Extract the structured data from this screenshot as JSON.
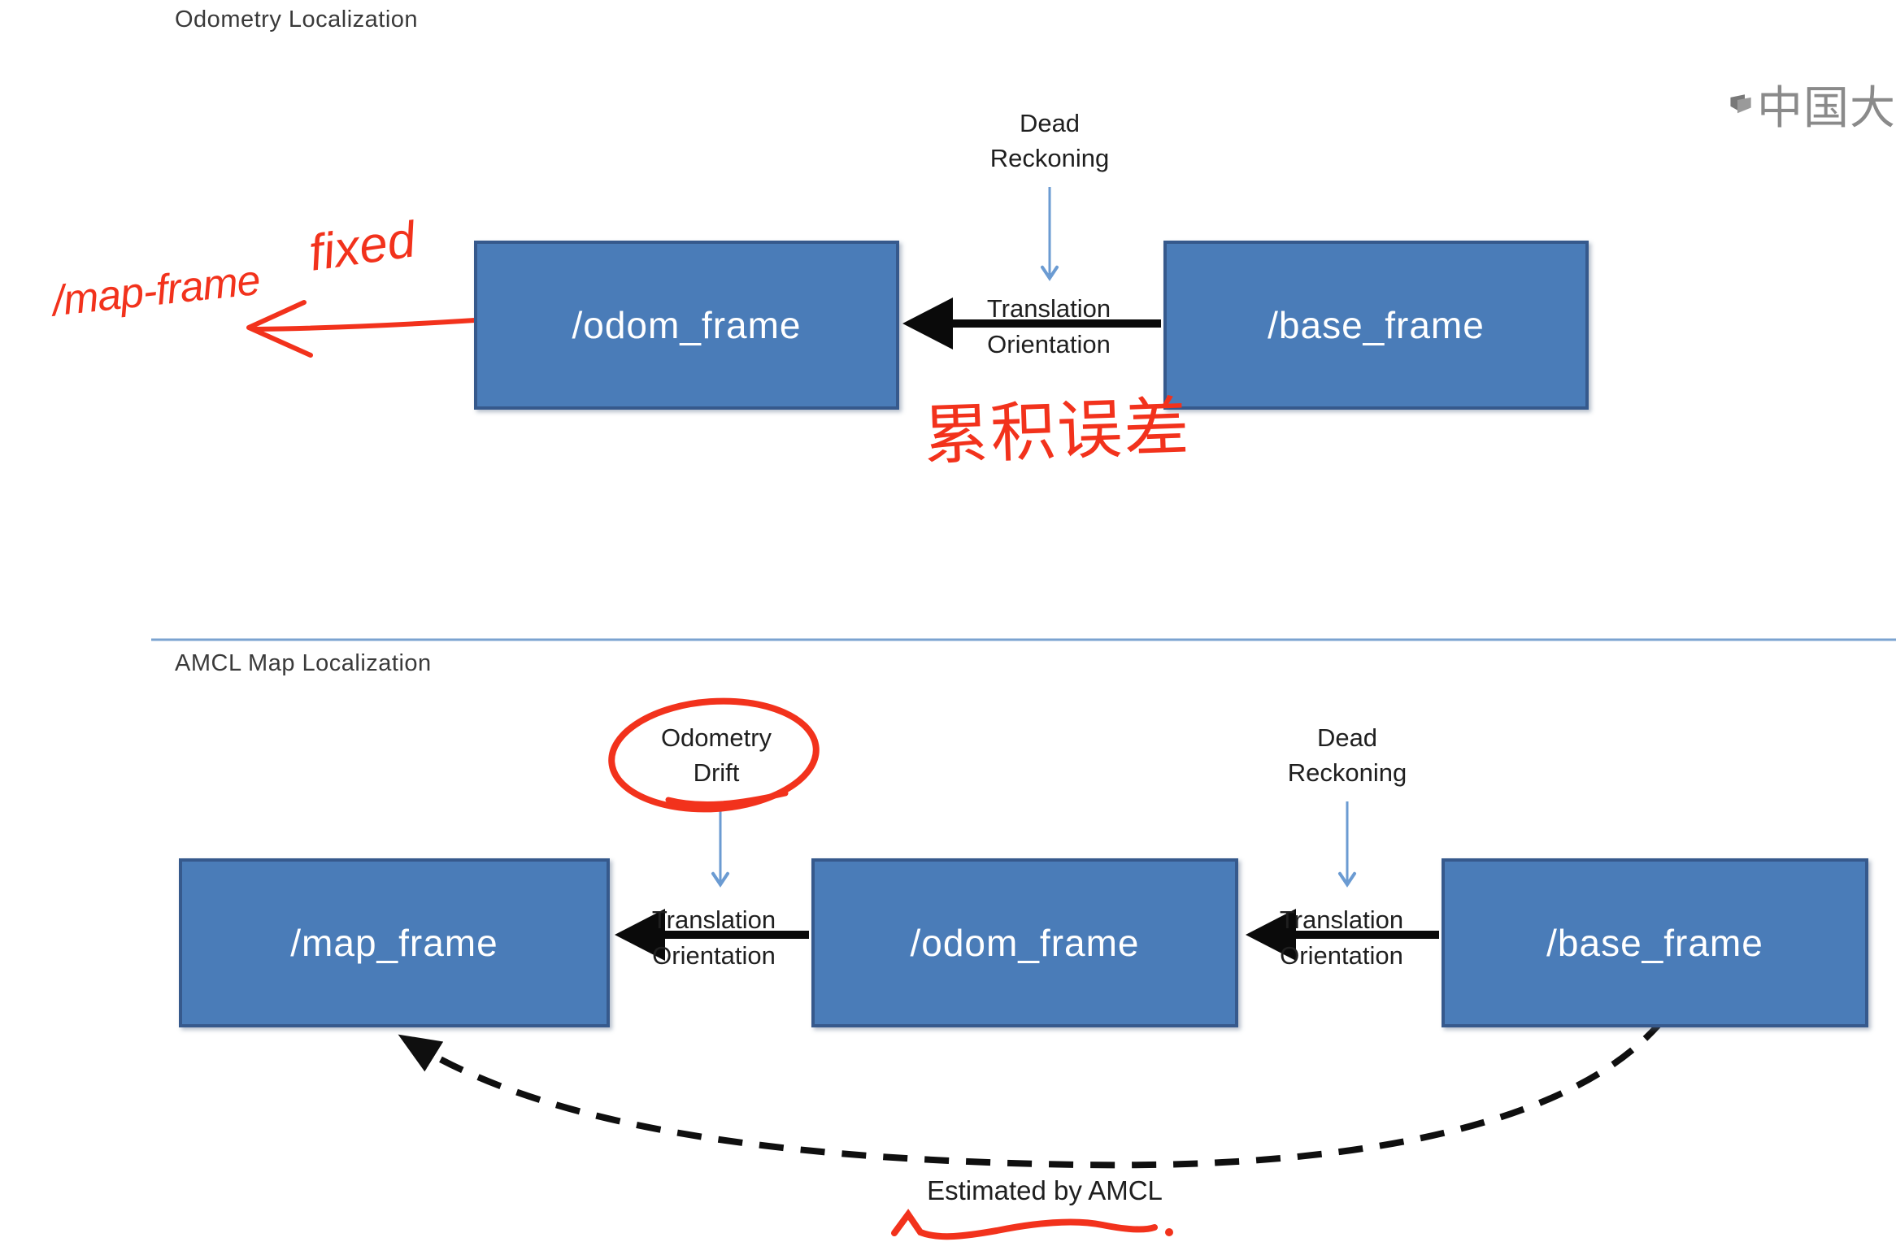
{
  "colors": {
    "box_fill": "#4a7cb8",
    "box_border": "#36598c",
    "box_text": "#ffffff",
    "thick_arrow_black": "#0a0a0a",
    "thin_arrow_blue": "#6b9bd2",
    "divider_blue": "#7ba3d0",
    "annotation_red": "#f2321c",
    "watermark_gray": "#8a8a8a",
    "text_dark": "#1f1f1f"
  },
  "watermark": {
    "icon": "open-book-logo-icon",
    "text": "中国大"
  },
  "labels": {
    "translation": "Translation",
    "orientation": "Orientation",
    "dead_line1": "Dead",
    "dead_line2": "Reckoning"
  },
  "top_section": {
    "title": "Odometry Localization",
    "boxes": [
      {
        "label": "/odom_frame"
      },
      {
        "label": "/base_frame"
      }
    ],
    "handwritten": {
      "frame_note": "/map-frame",
      "fixed_note": "fixed",
      "error_note": "累积误差"
    }
  },
  "bottom_section": {
    "title": "AMCL Map Localization",
    "drift_line1": "Odometry",
    "drift_line2": "Drift",
    "boxes": [
      {
        "label": "/map_frame"
      },
      {
        "label": "/odom_frame"
      },
      {
        "label": "/base_frame"
      }
    ],
    "estimated_label": "Estimated by AMCL"
  }
}
